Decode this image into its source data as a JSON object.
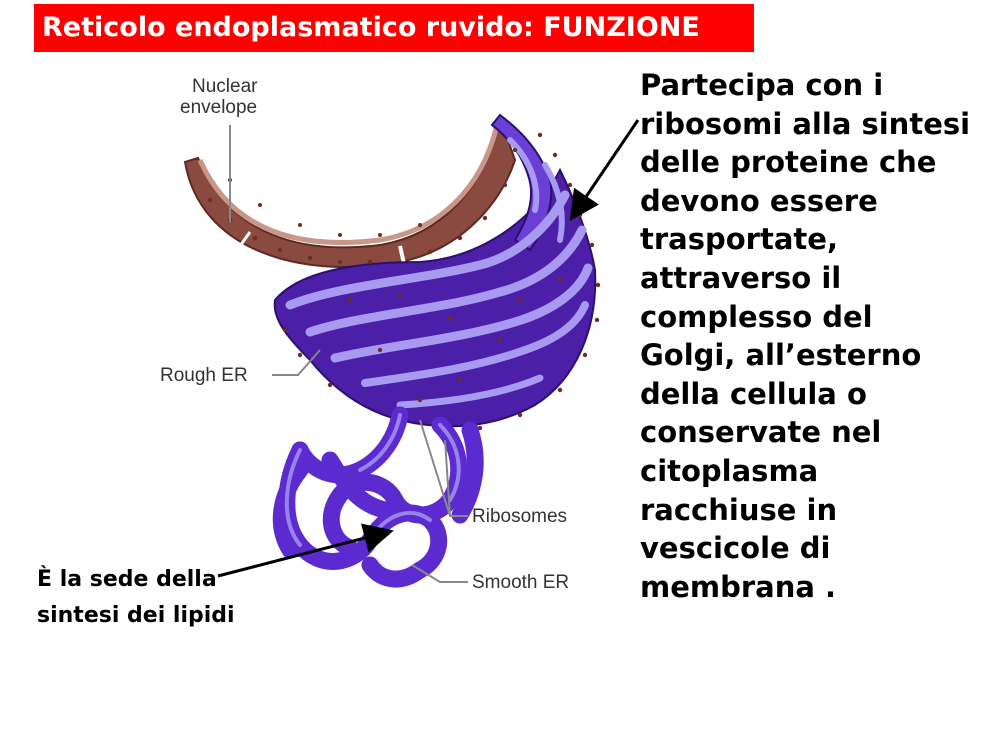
{
  "title": "Reticolo endoplasmatico ruvido: FUNZIONE",
  "labels": {
    "nuclear_envelope": [
      "Nuclear",
      "envelope"
    ],
    "rough_er": "Rough ER",
    "ribosomes": "Ribosomes",
    "smooth_er": "Smooth ER"
  },
  "right_text": [
    "Partecipa con i",
    "ribosomi alla sintesi",
    "delle proteine che",
    "devono essere",
    "trasportate,",
    "attraverso il",
    "complesso del",
    "Golgi, all’esterno",
    "della cellula o",
    "conservate nel",
    "citoplasma",
    "racchiuse in",
    "vescicole di",
    "membrana ."
  ],
  "left_text": [
    "È la sede della",
    "sintesi dei lipidi"
  ],
  "colors": {
    "title_bg": "#ff0000",
    "nucleus": "#8b4a3f",
    "rough_er": "#4b1fa8",
    "smooth_er": "#5b2bd0",
    "lumen": "#a79af0"
  }
}
